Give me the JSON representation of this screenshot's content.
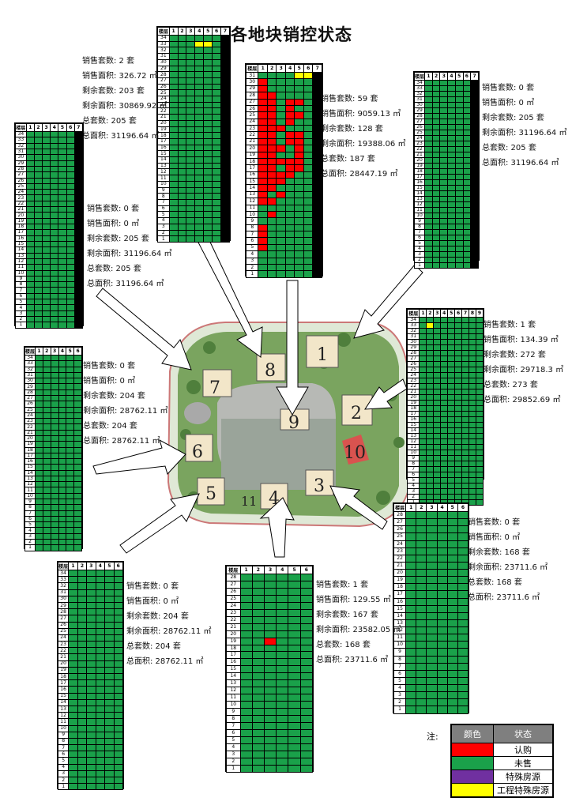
{
  "title": "各地块销控状态",
  "colors": {
    "unsold": "#1aa14a",
    "sold": "#ff0000",
    "special": "#7030a0",
    "eng_special": "#ffff00"
  },
  "legend": {
    "note": "注:",
    "headers": [
      "颜色",
      "状态"
    ],
    "items": [
      {
        "color": "#ff0000",
        "label": "认购"
      },
      {
        "color": "#1aa14a",
        "label": "未售"
      },
      {
        "color": "#7030a0",
        "label": "特殊房源"
      },
      {
        "color": "#ffff00",
        "label": "工程特殊房源"
      }
    ]
  },
  "stat_labels": {
    "sold_units": "销售套数:",
    "sold_area": "销售面积:",
    "remain_units": "剩余套数:",
    "remain_area": "剩余面积:",
    "total_units": "总套数:",
    "total_area": "总面积:"
  },
  "grid_header": "楼层",
  "blocks": [
    {
      "id": "b8",
      "floors": 34,
      "cols": 7,
      "stats": {
        "sold_units": "2 套",
        "sold_area": "326.72 ㎡",
        "remain_units": "203 套",
        "remain_area": "30869.92 ㎡",
        "total_units": "205 套",
        "total_area": "31196.64 ㎡"
      }
    },
    {
      "id": "b9",
      "floors": 31,
      "cols": 7,
      "stats": {
        "sold_units": "59 套",
        "sold_area": "9059.13 ㎡",
        "remain_units": "128 套",
        "remain_area": "19388.06 ㎡",
        "total_units": "187 套",
        "total_area": "28447.19 ㎡"
      }
    },
    {
      "id": "b1",
      "floors": 34,
      "cols": 7,
      "stats": {
        "sold_units": "0 套",
        "sold_area": "0 ㎡",
        "remain_units": "205 套",
        "remain_area": "31196.64 ㎡",
        "total_units": "205 套",
        "total_area": "31196.64 ㎡"
      }
    },
    {
      "id": "b7",
      "floors": 34,
      "cols": 7,
      "stats": {
        "sold_units": "0 套",
        "sold_area": "0 ㎡",
        "remain_units": "205 套",
        "remain_area": "31196.64 ㎡",
        "total_units": "205 套",
        "total_area": "31196.64 ㎡"
      }
    },
    {
      "id": "b2",
      "floors": 34,
      "cols": 9,
      "stats": {
        "sold_units": "1 套",
        "sold_area": "134.39 ㎡",
        "remain_units": "272 套",
        "remain_area": "29718.3 ㎡",
        "total_units": "273 套",
        "total_area": "29852.69 ㎡"
      }
    },
    {
      "id": "b6",
      "floors": 34,
      "cols": 6,
      "stats": {
        "sold_units": "0 套",
        "sold_area": "0 ㎡",
        "remain_units": "204 套",
        "remain_area": "28762.11 ㎡",
        "total_units": "204 套",
        "total_area": "28762.11 ㎡"
      }
    },
    {
      "id": "b3",
      "floors": 28,
      "cols": 6,
      "stats": {
        "sold_units": "0 套",
        "sold_area": "0 ㎡",
        "remain_units": "168 套",
        "remain_area": "23711.6 ㎡",
        "total_units": "168 套",
        "total_area": "23711.6 ㎡"
      }
    },
    {
      "id": "b5",
      "floors": 34,
      "cols": 6,
      "stats": {
        "sold_units": "0 套",
        "sold_area": "0 ㎡",
        "remain_units": "204 套",
        "remain_area": "28762.11 ㎡",
        "total_units": "204 套",
        "total_area": "28762.11 ㎡"
      }
    },
    {
      "id": "b4",
      "floors": 28,
      "cols": 6,
      "stats": {
        "sold_units": "1 套",
        "sold_area": "129.55 ㎡",
        "remain_units": "167 套",
        "remain_area": "23582.05 ㎡",
        "total_units": "168 套",
        "total_area": "23711.6 ㎡"
      }
    }
  ],
  "map_labels": [
    "1",
    "2",
    "3",
    "4",
    "5",
    "6",
    "7",
    "8",
    "9",
    "10",
    "11"
  ]
}
